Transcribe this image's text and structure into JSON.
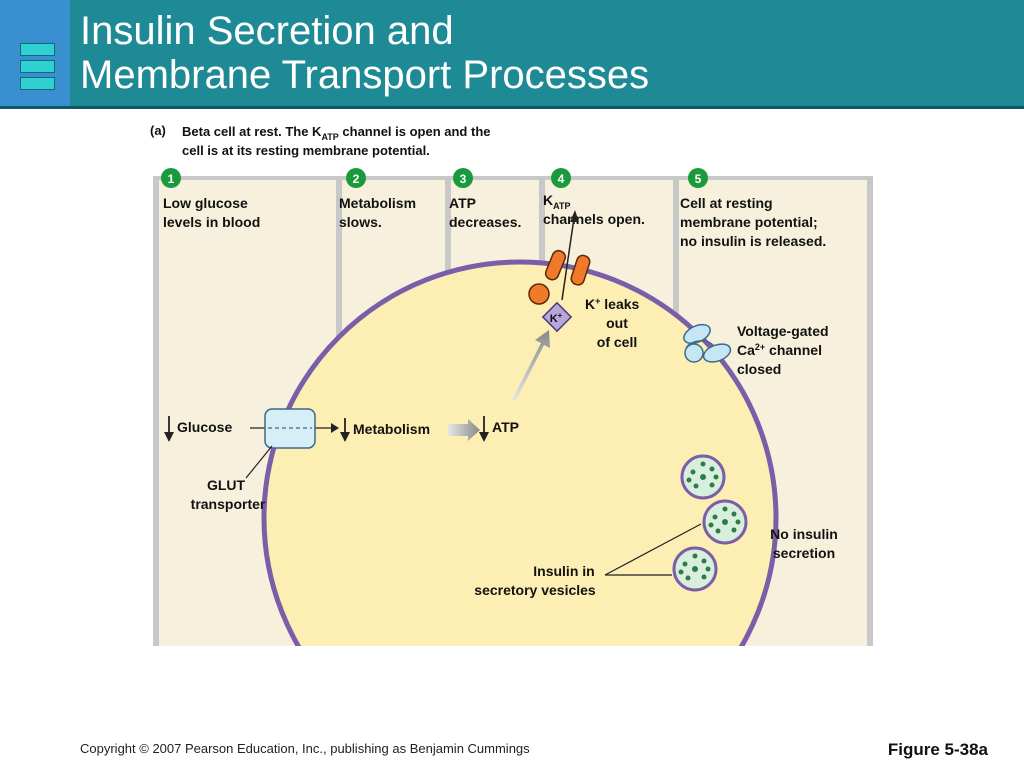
{
  "slide": {
    "title_line1": "Insulin Secretion and",
    "title_line2": "Membrane Transport Processes",
    "copyright": "Copyright © 2007 Pearson Education, Inc., publishing as Benjamin Cummings",
    "figure": "Figure 5-38a"
  },
  "diagram": {
    "panel_label": "(a)",
    "caption_line1_pre": "Beta cell at rest. The K",
    "caption_line1_sub": "ATP",
    "caption_line1_post": " channel is open and the",
    "caption_line2": "cell is at its resting membrane potential.",
    "steps": [
      {
        "number": "1",
        "lines": [
          "Low glucose",
          "levels in blood"
        ]
      },
      {
        "number": "2",
        "lines": [
          "Metabolism",
          "slows."
        ]
      },
      {
        "number": "3",
        "lines": [
          "ATP",
          "decreases."
        ]
      },
      {
        "number": "4",
        "k": "K",
        "k_sub": "ATP",
        "line2": "channels open."
      },
      {
        "number": "5",
        "lines": [
          "Cell at resting",
          "membrane potential;",
          "no insulin is released."
        ]
      }
    ],
    "labels": {
      "glucose": "Glucose",
      "glut_line1": "GLUT",
      "glut_line2": "transporter",
      "metabolism": "Metabolism",
      "atp": "ATP",
      "k_ion": "K",
      "k_ion_sup": "+",
      "k_leaks_k": "K",
      "k_leaks_sup": "+",
      "k_leaks_post": " leaks",
      "k_leaks_line2": "out",
      "k_leaks_line3": "of cell",
      "vg_line1": "Voltage-gated",
      "vg_line2_pre": "Ca",
      "vg_line2_sup": "2+",
      "vg_line2_post": " channel",
      "vg_line3": "closed",
      "no_insulin_line1": "No insulin",
      "no_insulin_line2": "secretion",
      "vesicles_line1": "Insulin in",
      "vesicles_line2": "secretory vesicles"
    },
    "colors": {
      "panel_fill": "#f7f0dc",
      "cell_fill": "#fdeeb4",
      "membrane": "#7a5ea8",
      "step_badge": "#1a9a3c",
      "channel": "#f07a2a",
      "ca_channel": "#c6e6f4",
      "k_ion": "#b7a6d8",
      "vesicle_fill": "#d9efdd",
      "granule": "#2e7a48"
    }
  }
}
